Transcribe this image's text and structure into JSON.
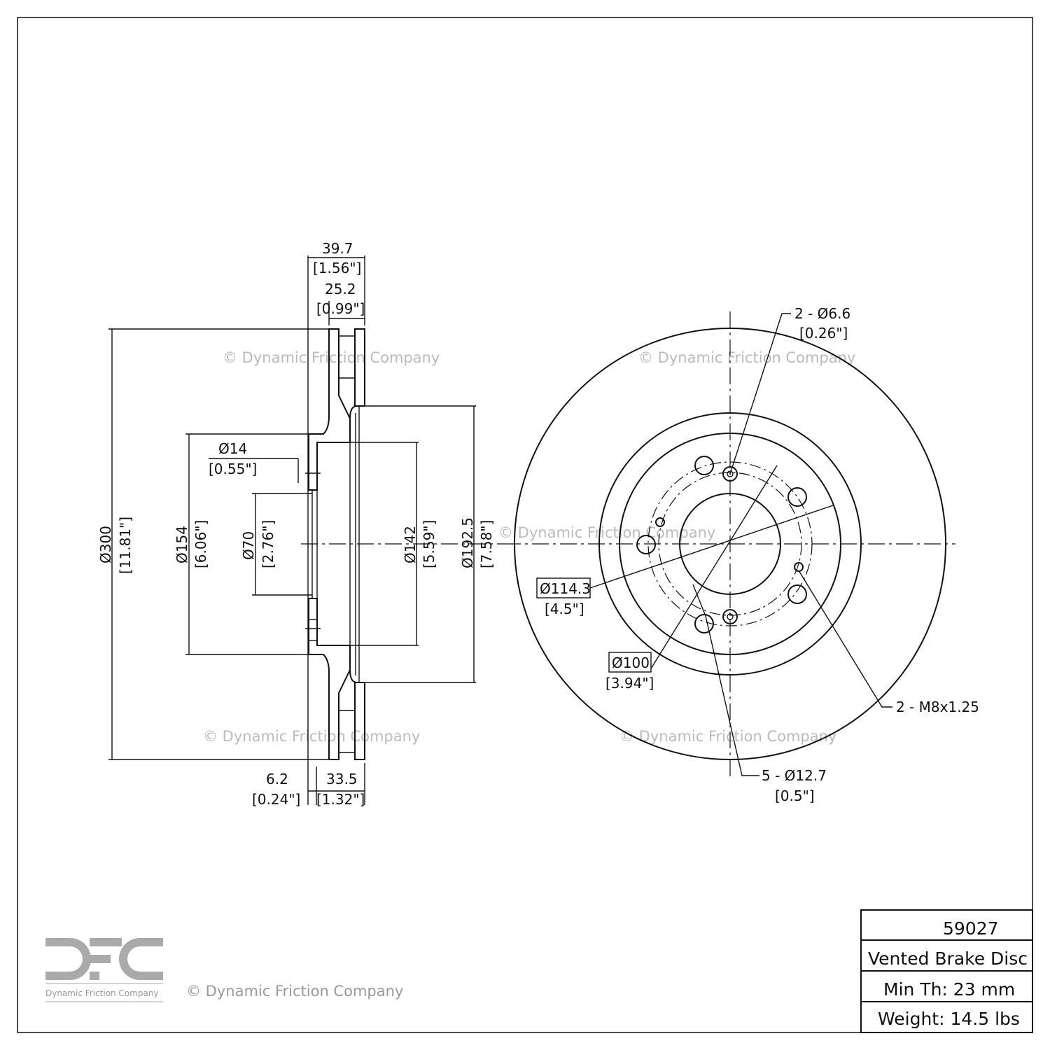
{
  "watermark": "© Dynamic Friction Company",
  "logo": {
    "letters": "DFC",
    "caption": "Dynamic Friction Company"
  },
  "footer_copyright": "© Dynamic Friction Company",
  "section_view": {
    "overall_width": {
      "mm": "39.7",
      "in": "[1.56\"]"
    },
    "rotor_width": {
      "mm": "25.2",
      "in": "[0.99\"]"
    },
    "hole_dia": {
      "mm": "Ø14",
      "in": "[0.55\"]"
    },
    "outer_dia": {
      "mm": "Ø300",
      "in": "[11.81\"]"
    },
    "hat_dia": {
      "mm": "Ø154",
      "in": "[6.06\"]"
    },
    "center_bore": {
      "mm": "Ø70",
      "in": "[2.76\"]"
    },
    "inner_dia": {
      "mm": "Ø142",
      "in": "[5.59\"]"
    },
    "hat_outer_dia": {
      "mm": "Ø192.5",
      "in": "[7.58\"]"
    },
    "flange_thickness": {
      "mm": "6.2",
      "in": "[0.24\"]"
    },
    "hat_height": {
      "mm": "33.5",
      "in": "[1.32\"]"
    }
  },
  "face_view": {
    "small_holes": {
      "mm": "2 - Ø6.6",
      "in": "[0.26\"]"
    },
    "bolt_circle": {
      "mm": "Ø114.3",
      "in": "[4.5\"]"
    },
    "inner_circle": {
      "mm": "Ø100",
      "in": "[3.94\"]"
    },
    "threaded_holes": {
      "mm": "2 - M8x1.25"
    },
    "lug_holes": {
      "mm": "5 - Ø12.7",
      "in": "[0.5\"]"
    }
  },
  "title_block": {
    "part_number": "59027",
    "description": "Vented Brake Disc",
    "min_thickness": "Min Th: 23 mm",
    "weight": "Weight: 14.5 lbs"
  }
}
